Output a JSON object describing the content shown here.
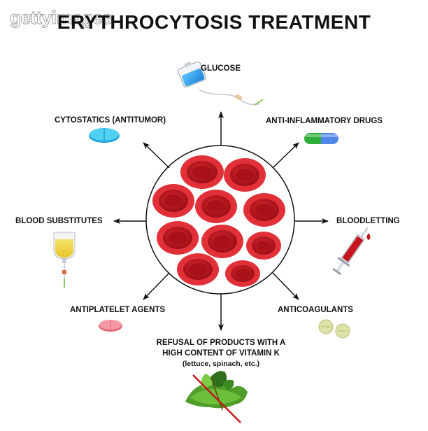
{
  "title": "ERYTHROCYTOSIS TREATMENT",
  "watermark": "gettyimages",
  "center": {
    "subject": "red blood cells"
  },
  "branches": [
    {
      "key": "glucose",
      "label": "GLUCOSE",
      "icon": "iv-drip-bag-icon"
    },
    {
      "key": "cytostatics",
      "label": "CYTOSTATICS (ANTITUMOR)",
      "icon": "blue-tablet-icon"
    },
    {
      "key": "anti_inflammatory",
      "label": "ANTI-INFLAMMATORY DRUGS",
      "icon": "green-blue-capsule-icon"
    },
    {
      "key": "blood_substitutes",
      "label": "BLOOD SUBSTITUTES",
      "icon": "infusion-bag-icon"
    },
    {
      "key": "bloodletting",
      "label": "BLOODLETTING",
      "icon": "syringe-icon"
    },
    {
      "key": "antiplatelet",
      "label": "ANTIPLATELET AGENTS",
      "icon": "pink-tablet-icon"
    },
    {
      "key": "anticoagulants",
      "label": "ANTICOAGULANTS",
      "icon": "round-pills-icon"
    }
  ],
  "vitamin_k": {
    "line1": "REFUSAL OF PRODUCTS WITH A",
    "line2": "HIGH CONTENT OF VITAMIN K",
    "line3": "(lettuce, spinach, etc.)",
    "icon": "crossed-out-greens-icon"
  },
  "colors": {
    "cell_outer": "#e0262e",
    "cell_inner": "#b8141c",
    "cell_dark": "#8e0f14",
    "tablet_blue": "#39c4ec",
    "capsule_green": "#2fae3a",
    "capsule_blue": "#4f86e8",
    "tablet_pink": "#f08a95",
    "pill_yellow": "#dfe2a8",
    "cross_red": "#c0171d",
    "leaf_green": "#3f8f22"
  }
}
